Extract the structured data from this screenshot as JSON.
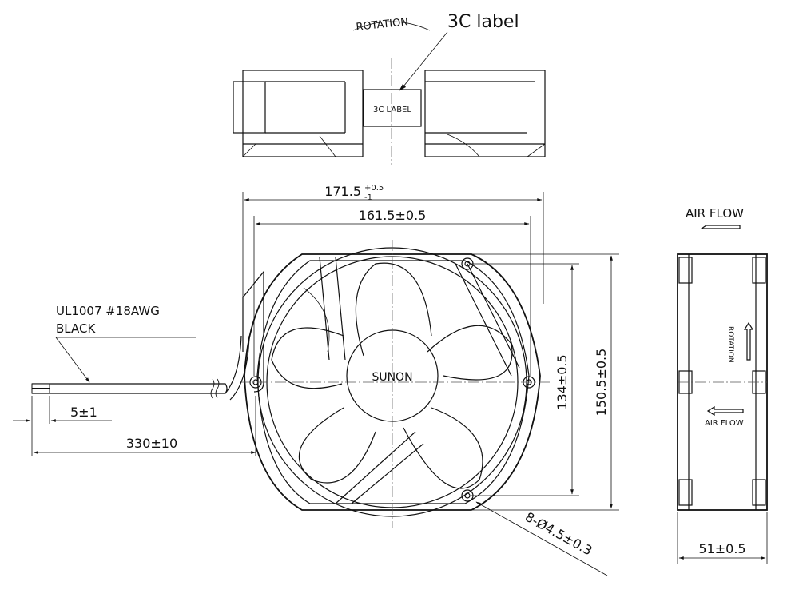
{
  "top_view": {
    "rotation_label": "ROTATION",
    "callout_label": "3C label",
    "box_label": "3C  LABEL"
  },
  "front_view": {
    "hub_label": "SUNON",
    "dims": {
      "overall_width": "171.5",
      "overall_width_tol_plus": "+0.5",
      "overall_width_tol_minus": "-1",
      "hole_spacing_x": "161.5±0.5",
      "hole_spacing_y": "134±0.5",
      "overall_height": "150.5±0.5",
      "holes": "8-Ø4.5±0.3"
    }
  },
  "wire": {
    "spec": "UL1007  #18AWG",
    "color": "BLACK",
    "strip_length": "5±1",
    "length": "330±10"
  },
  "side_view": {
    "airflow_title": "AIR FLOW",
    "rotation_text": "ROTATION",
    "airflow_text": "AIR FLOW",
    "depth": "51±0.5"
  }
}
